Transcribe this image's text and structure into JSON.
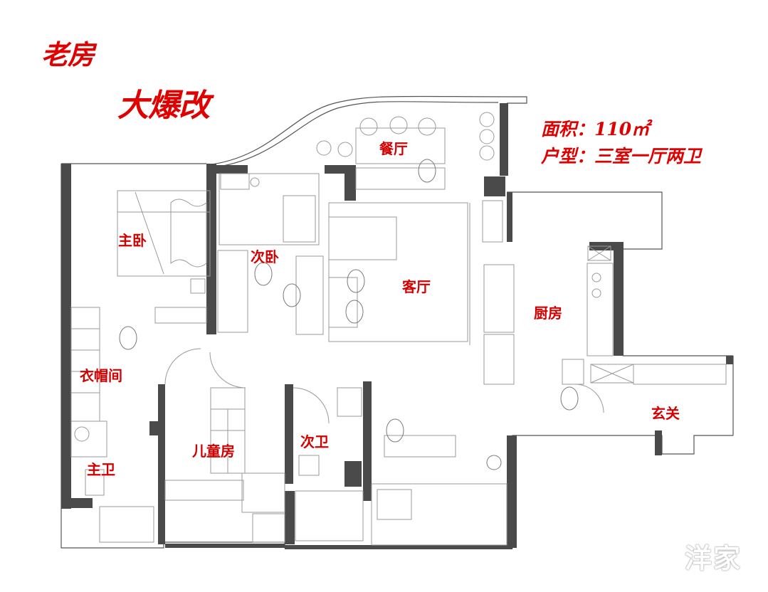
{
  "title": {
    "line1": "老房",
    "line2": "大爆改"
  },
  "info": {
    "area": "面积：110㎡",
    "layout": "户型：三室一厅两卫"
  },
  "rooms": {
    "master_bedroom": "主卧",
    "second_bedroom": "次卧",
    "dining": "餐厅",
    "living": "客厅",
    "kitchen": "厨房",
    "cloakroom": "衣帽间",
    "kids_room": "儿童房",
    "second_bath": "次卫",
    "master_bath": "主卫",
    "entrance": "玄关"
  },
  "watermark": "洋家",
  "colors": {
    "title_red": "#e00000",
    "room_red": "#d40000",
    "wall": "#4a4a4a",
    "furniture_line": "#9a9a9a"
  }
}
